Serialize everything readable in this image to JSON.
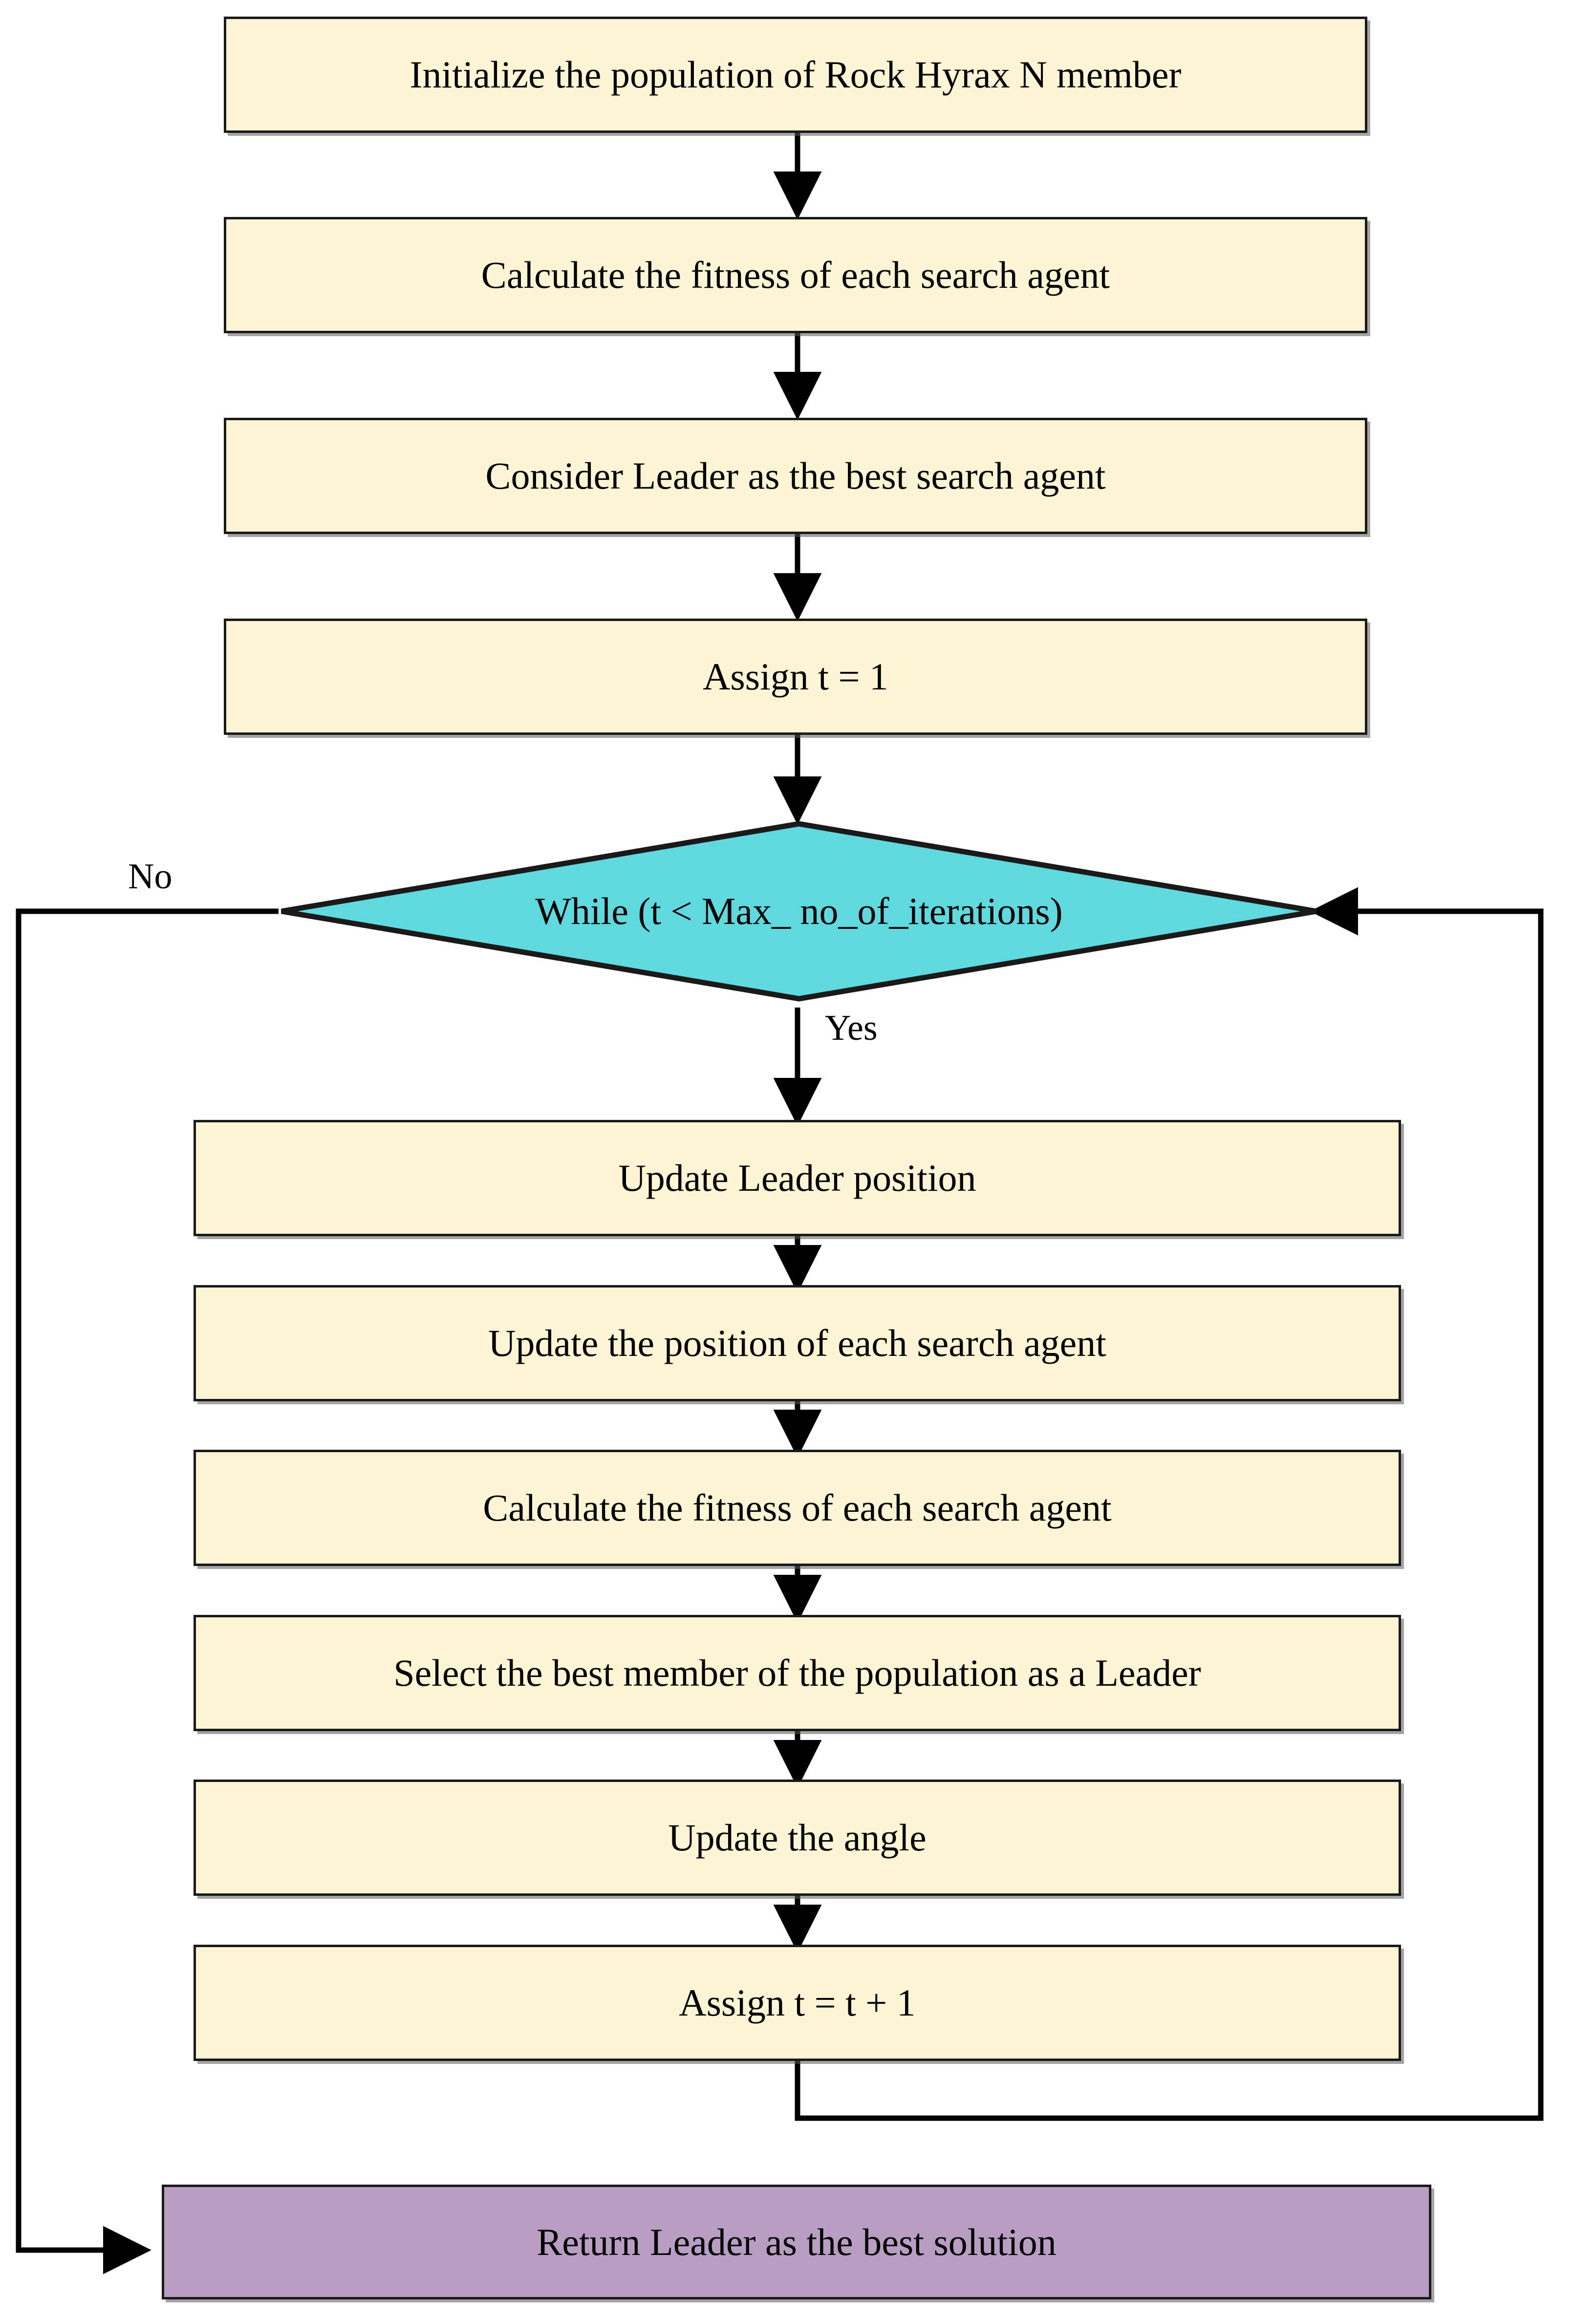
{
  "diagram": {
    "title": "Rock Hyrax Swarm Optimization flowchart",
    "colors": {
      "process_fill": "#fdf5d3",
      "decision_fill": "#5fd8de",
      "terminal_fill": "#b79ec2",
      "stroke": "#1a1a1a",
      "background": "#ffffff"
    },
    "nodes": [
      {
        "id": "init",
        "type": "process",
        "label": "Initialize the population of Rock Hyrax N member"
      },
      {
        "id": "fitness1",
        "type": "process",
        "label": "Calculate the fitness of each search agent"
      },
      {
        "id": "consider-leader",
        "type": "process",
        "label": "Consider Leader as the best search agent"
      },
      {
        "id": "assign-t1",
        "type": "process",
        "label": "Assign t = 1"
      },
      {
        "id": "while",
        "type": "decision",
        "label": "While (t < Max_ no_of_iterations)"
      },
      {
        "id": "update-leader",
        "type": "process",
        "label": "Update Leader position"
      },
      {
        "id": "update-agents",
        "type": "process",
        "label": "Update the position of each search agent"
      },
      {
        "id": "fitness2",
        "type": "process",
        "label": "Calculate the fitness of each search agent"
      },
      {
        "id": "select-best",
        "type": "process",
        "label": "Select the best member of the population as a Leader"
      },
      {
        "id": "update-angle",
        "type": "process",
        "label": "Update the angle"
      },
      {
        "id": "assign-t-inc",
        "type": "process",
        "label": "Assign t = t + 1"
      },
      {
        "id": "return-leader",
        "type": "terminal",
        "label": "Return Leader as the best solution"
      }
    ],
    "edge_labels": {
      "no": "No",
      "yes": "Yes"
    }
  }
}
